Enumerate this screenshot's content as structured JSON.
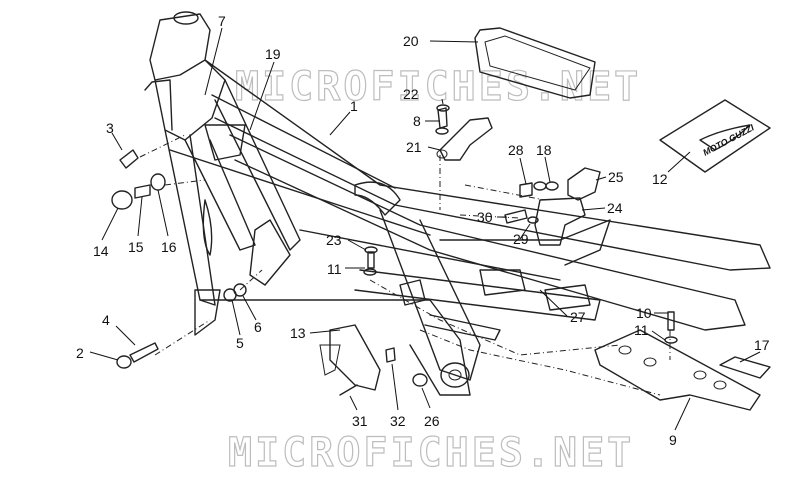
{
  "watermark": {
    "text": "MICROFICHES.NET"
  },
  "decal": {
    "text": "MOTO GUZZI"
  },
  "callouts": [
    {
      "label": "1"
    },
    {
      "label": "2"
    },
    {
      "label": "3"
    },
    {
      "label": "4"
    },
    {
      "label": "5"
    },
    {
      "label": "6"
    },
    {
      "label": "7"
    },
    {
      "label": "8"
    },
    {
      "label": "9"
    },
    {
      "label": "10"
    },
    {
      "label": "11"
    },
    {
      "label": "11"
    },
    {
      "label": "12"
    },
    {
      "label": "13"
    },
    {
      "label": "14"
    },
    {
      "label": "15"
    },
    {
      "label": "16"
    },
    {
      "label": "17"
    },
    {
      "label": "18"
    },
    {
      "label": "19"
    },
    {
      "label": "20"
    },
    {
      "label": "21"
    },
    {
      "label": "22"
    },
    {
      "label": "23"
    },
    {
      "label": "24"
    },
    {
      "label": "25"
    },
    {
      "label": "26"
    },
    {
      "label": "27"
    },
    {
      "label": "28"
    },
    {
      "label": "29"
    },
    {
      "label": "30"
    },
    {
      "label": "31"
    },
    {
      "label": "32"
    }
  ]
}
